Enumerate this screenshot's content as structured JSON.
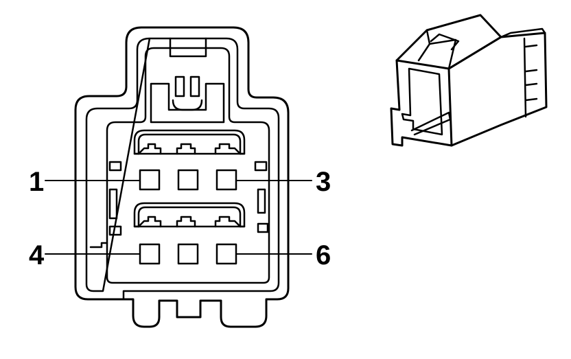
{
  "colors": {
    "line": "#000000",
    "background": "#ffffff"
  },
  "pin_labels": {
    "top_left": "1",
    "top_right": "3",
    "bottom_left": "4",
    "bottom_right": "6"
  }
}
